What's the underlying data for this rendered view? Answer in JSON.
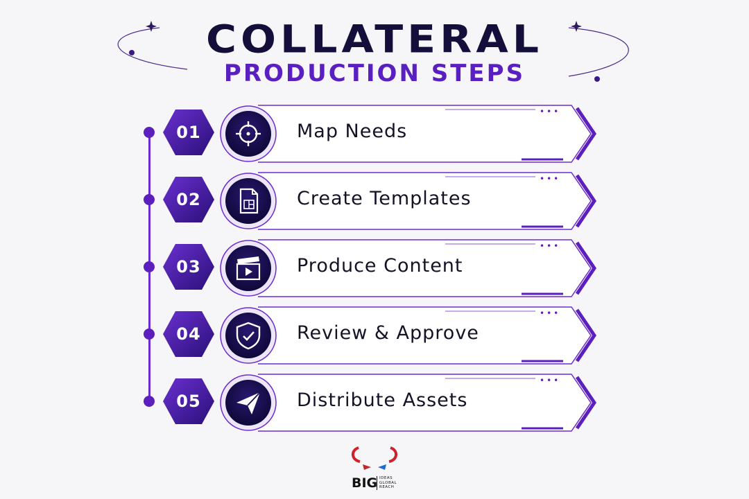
{
  "title": {
    "line1": "COLLATERAL",
    "line2": "PRODUCTION STEPS"
  },
  "colors": {
    "navy": "#140f3a",
    "purple": "#5a1fc0",
    "background": "#f6f5f8"
  },
  "steps": [
    {
      "number": "01",
      "label": "Map Needs",
      "icon": "crosshair-icon"
    },
    {
      "number": "02",
      "label": "Create Templates",
      "icon": "document-template-icon"
    },
    {
      "number": "03",
      "label": "Produce Content",
      "icon": "clapperboard-icon"
    },
    {
      "number": "04",
      "label": "Review & Approve",
      "icon": "shield-check-icon"
    },
    {
      "number": "05",
      "label": "Distribute Assets",
      "icon": "paper-plane-icon"
    }
  ],
  "logo": {
    "main": "BIG",
    "sub1": "IDEAS",
    "sub2": "GLOBAL",
    "sub3": "REACH"
  }
}
